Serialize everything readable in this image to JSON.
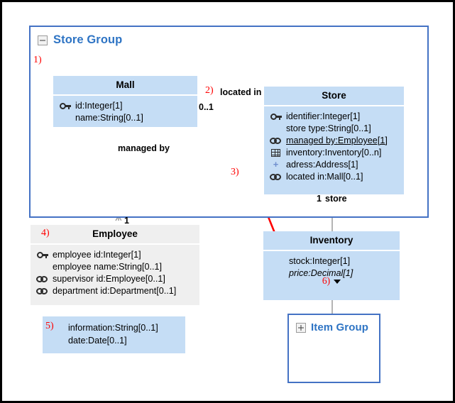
{
  "diagram": {
    "package": {
      "title": "Store Group",
      "expander_icon": "minus-box-icon",
      "state": "expanded"
    },
    "subpackage": {
      "title": "Item Group",
      "expander_icon": "plus-box-icon",
      "state": "collapsed"
    },
    "classes": [
      {
        "id": "mall",
        "title": "Mall",
        "fill": "#c5ddf5",
        "attributes": [
          {
            "icon": "key-icon",
            "text": "id:Integer[1]",
            "style": "normal"
          },
          {
            "icon": "none",
            "text": "name:String[0..1]",
            "style": "normal"
          }
        ]
      },
      {
        "id": "store",
        "title": "Store",
        "fill": "#c5ddf5",
        "attributes": [
          {
            "icon": "key-icon",
            "text": "identifier:Integer[1]",
            "style": "normal"
          },
          {
            "icon": "none",
            "text": "store type:String[0..1]",
            "style": "normal"
          },
          {
            "icon": "link-icon",
            "text": "managed by:Employee[1]",
            "style": "underline"
          },
          {
            "icon": "grid-icon",
            "text": "inventory:Inventory[0..n]",
            "style": "normal"
          },
          {
            "icon": "plus-icon",
            "text": "adress:Address[1]",
            "style": "normal"
          },
          {
            "icon": "link-icon",
            "text": "located in:Mall[0..1]",
            "style": "normal"
          }
        ]
      },
      {
        "id": "employee",
        "title": "Employee",
        "fill": "#efefef",
        "attributes": [
          {
            "icon": "key-icon",
            "text": "employee id:Integer[1]",
            "style": "normal"
          },
          {
            "icon": "none",
            "text": "employee name:String[0..1]",
            "style": "normal"
          },
          {
            "icon": "link-icon",
            "text": "supervisor id:Employee[0..1]",
            "style": "normal"
          },
          {
            "icon": "link-icon",
            "text": "department id:Department[0..1]",
            "style": "normal"
          }
        ]
      },
      {
        "id": "inventory",
        "title": "Inventory",
        "fill": "#c5ddf5",
        "attributes": [
          {
            "icon": "none",
            "text": "stock:Integer[1]",
            "style": "normal"
          },
          {
            "icon": "none",
            "text": "price:Decimal[1]",
            "style": "italic"
          }
        ]
      }
    ],
    "note_box": {
      "id": "note5",
      "fill": "#c5ddf5",
      "lines": [
        "information:String[0..1]",
        "date:Date[0..1]"
      ]
    },
    "edges": [
      {
        "id": "located-in",
        "label": "located in",
        "source_multiplicity": "0..1",
        "target_multiplicity": ""
      },
      {
        "id": "managed-by",
        "label": "managed by",
        "source_multiplicity": "",
        "target_multiplicity": "1"
      },
      {
        "id": "store-inventory",
        "label": "store",
        "source_multiplicity": "1",
        "target_multiplicity": ""
      }
    ],
    "annotations": [
      {
        "number": "1)",
        "target": "package-header-and-mall"
      },
      {
        "number": "2)",
        "target": "located-in-edge"
      },
      {
        "number": "3)",
        "target": "store-attributes"
      },
      {
        "number": "4)",
        "target": "employee-class"
      },
      {
        "number": "5)",
        "target": "note-box"
      },
      {
        "number": "6)",
        "target": "inventory-more-caret"
      }
    ],
    "colors": {
      "package_border": "#4472c4",
      "package_title": "#2e74c4",
      "class_fill_blue": "#c5ddf5",
      "class_fill_gray": "#efefef",
      "annotation_red": "#ff0000",
      "connector_gray": "#9a9a9a"
    }
  }
}
